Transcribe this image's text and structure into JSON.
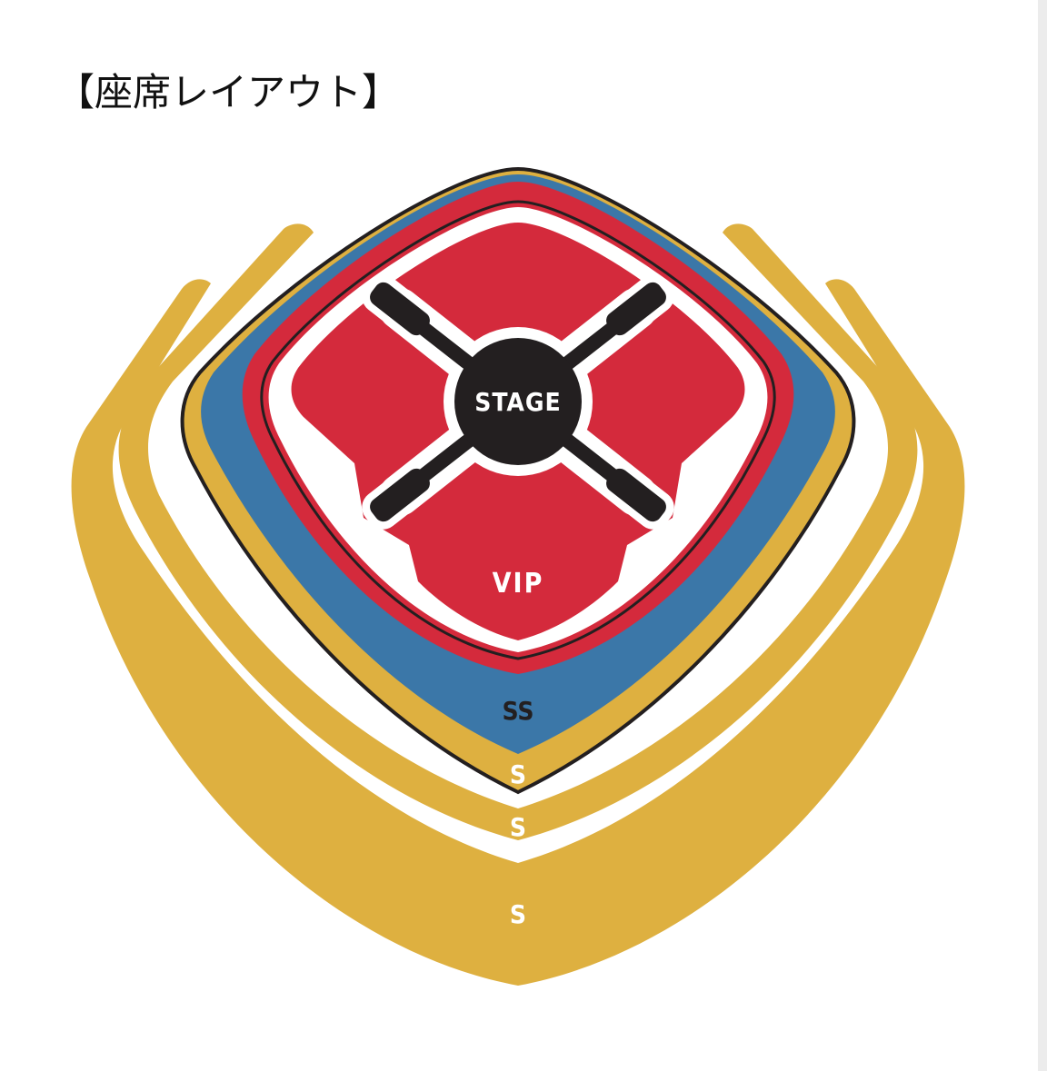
{
  "heading": "【座席レイアウト】",
  "colors": {
    "stage": "#231f20",
    "vip": "#d42a3c",
    "ss": "#3b77a8",
    "s": "#deb040",
    "outline": "#231f20",
    "background": "#ffffff"
  },
  "seat_map": {
    "stage_label": "STAGE",
    "sections": [
      {
        "id": "vip",
        "label": "VIP",
        "color": "vip"
      },
      {
        "id": "ss",
        "label": "SS",
        "color": "ss"
      },
      {
        "id": "s-inner",
        "label": "S",
        "color": "s"
      },
      {
        "id": "s-middle",
        "label": "S",
        "color": "s"
      },
      {
        "id": "s-outer",
        "label": "S",
        "color": "s"
      }
    ]
  }
}
